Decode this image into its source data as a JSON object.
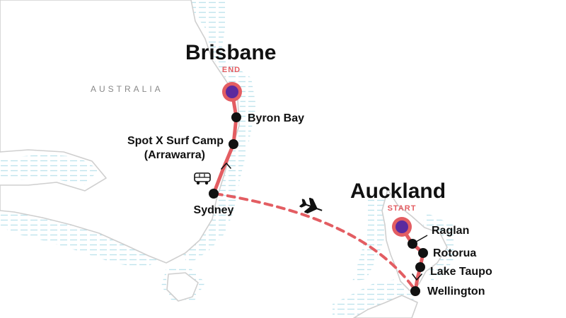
{
  "map": {
    "region_label": "AUSTRALIA",
    "colors": {
      "land": "#ffffff",
      "coast": "#cfcfcf",
      "water_lines": "#bfe3ec",
      "route": "#e35d62",
      "stop": "#111111",
      "endpoint": "#5b2a9e"
    },
    "markers": {
      "start_tag": "START",
      "end_tag": "END"
    },
    "cities": {
      "brisbane": "Brisbane",
      "byron_bay": "Byron Bay",
      "spot_x_line1": "Spot X Surf Camp",
      "spot_x_line2": "(Arrawarra)",
      "sydney": "Sydney",
      "auckland": "Auckland",
      "raglan": "Raglan",
      "rotorua": "Rotorua",
      "lake_taupo": "Lake Taupo",
      "wellington": "Wellington"
    },
    "icons": {
      "bus": "bus-icon",
      "plane": "plane-icon"
    }
  }
}
